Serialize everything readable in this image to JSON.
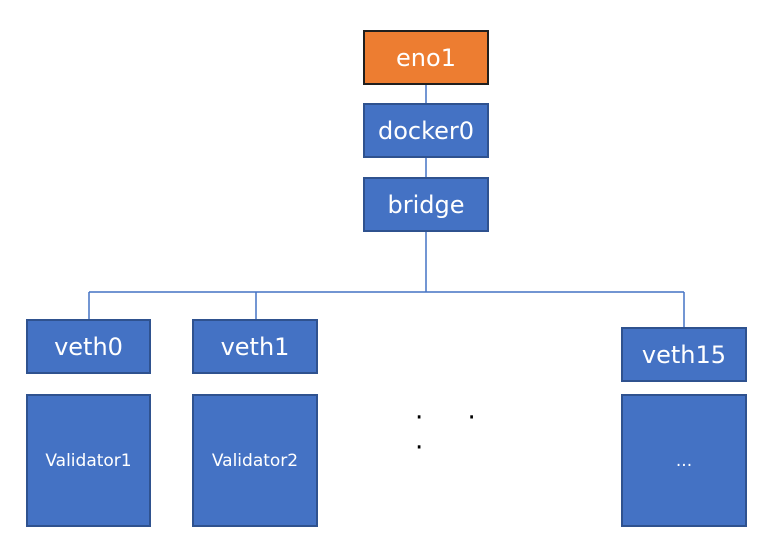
{
  "nodes": {
    "eno1": "eno1",
    "docker0": "docker0",
    "bridge": "bridge",
    "veth0": "veth0",
    "veth1": "veth1",
    "veth15": "veth15",
    "validator1": "Validator1",
    "validator2": "Validator2",
    "validator_more": "..."
  },
  "ellipsis": "· · ·",
  "colors": {
    "node_fill": "#4472c4",
    "node_border": "#2f528f",
    "uplink_fill": "#ed7d31",
    "line": "#4472c4"
  }
}
